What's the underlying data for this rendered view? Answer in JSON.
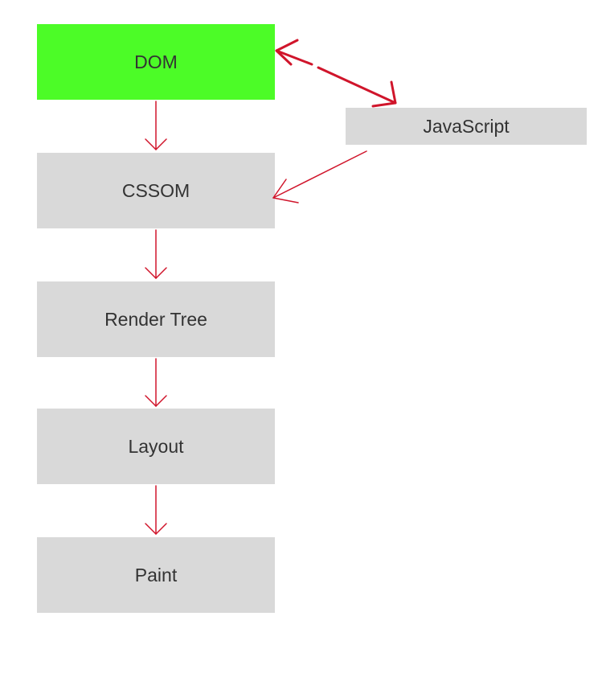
{
  "nodes": [
    {
      "id": "dom",
      "label": "DOM",
      "color": "#4cfc27"
    },
    {
      "id": "cssom",
      "label": "CSSOM",
      "color": "#d9d9d9"
    },
    {
      "id": "render_tree",
      "label": "Render Tree",
      "color": "#d9d9d9"
    },
    {
      "id": "layout",
      "label": "Layout",
      "color": "#d9d9d9"
    },
    {
      "id": "paint",
      "label": "Paint",
      "color": "#d9d9d9"
    },
    {
      "id": "javascript",
      "label": "JavaScript",
      "color": "#d9d9d9"
    }
  ],
  "edges": [
    {
      "from": "dom",
      "to": "cssom",
      "style": "single"
    },
    {
      "from": "cssom",
      "to": "render_tree",
      "style": "single"
    },
    {
      "from": "render_tree",
      "to": "layout",
      "style": "single"
    },
    {
      "from": "layout",
      "to": "paint",
      "style": "single"
    },
    {
      "from": "dom",
      "to": "javascript",
      "style": "double"
    },
    {
      "from": "javascript",
      "to": "cssom",
      "style": "single"
    }
  ],
  "colors": {
    "arrow": "#d0152b",
    "text": "#333333"
  }
}
